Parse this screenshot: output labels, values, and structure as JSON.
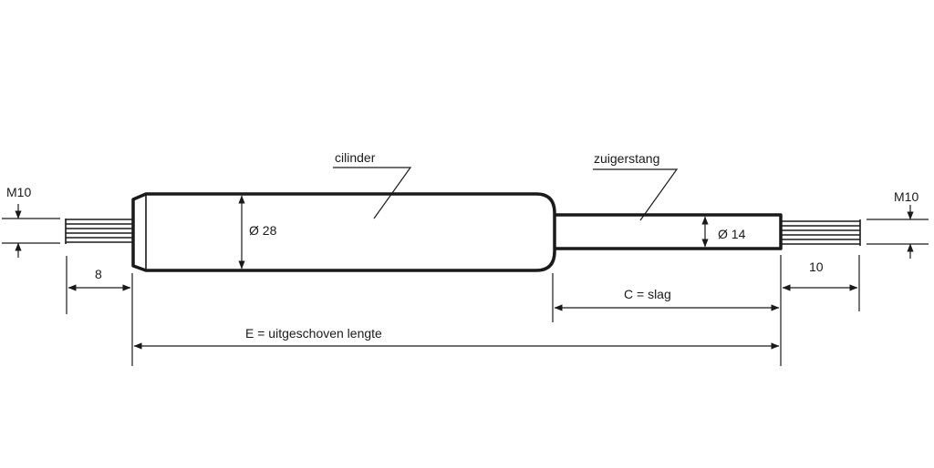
{
  "labels": {
    "left_thread": "M10",
    "right_thread": "M10",
    "cylinder": "cilinder",
    "piston_rod": "zuigerstang",
    "cylinder_diameter": "Ø 28",
    "rod_diameter": "Ø 14",
    "left_length": "8",
    "right_length": "10",
    "stroke": "C = slag",
    "extended_length": "E = uitgeschoven lengte"
  },
  "colors": {
    "line": "#1a1a1a",
    "background": "#ffffff"
  }
}
